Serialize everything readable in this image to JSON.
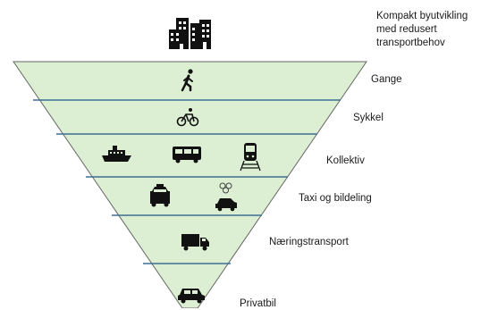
{
  "title_lines": [
    "Kompakt byutvikling",
    "med redusert",
    "transportbehov"
  ],
  "levels": [
    {
      "label": "Gange",
      "icons": [
        "walking-person-icon"
      ]
    },
    {
      "label": "Sykkel",
      "icons": [
        "bicycle-icon"
      ]
    },
    {
      "label": "Kollektiv",
      "icons": [
        "ferry-icon",
        "bus-icon",
        "train-icon"
      ]
    },
    {
      "label": "Taxi og bildeling",
      "icons": [
        "taxi-icon",
        "car-sharing-icon"
      ]
    },
    {
      "label": "Næringstransport",
      "icons": [
        "truck-icon"
      ]
    },
    {
      "label": "Privatbil",
      "icons": [
        "car-icon"
      ]
    }
  ],
  "top_icon": "city-buildings-icon",
  "colors": {
    "fill": "#dcefd3",
    "divider": "#3f6f93",
    "outline": "#555555",
    "icon": "#111111"
  }
}
